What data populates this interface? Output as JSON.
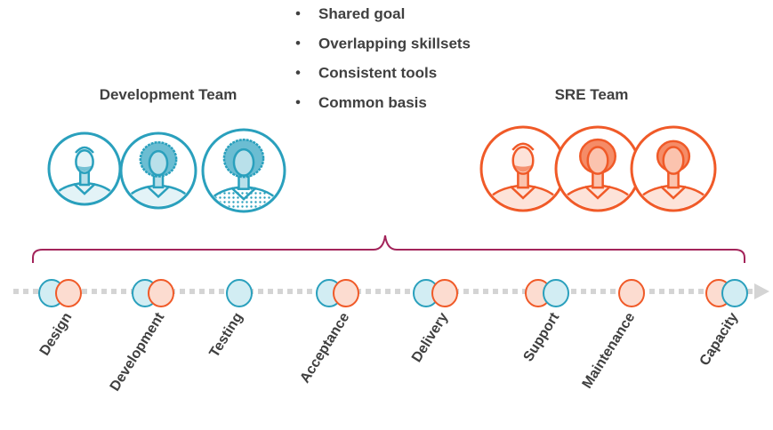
{
  "bullets": [
    "Shared goal",
    "Overlapping skillsets",
    "Consistent tools",
    "Common basis"
  ],
  "teams": {
    "dev": {
      "title": "Development Team",
      "color": "#2aa0bd"
    },
    "sre": {
      "title": "SRE Team",
      "color": "#f05a28"
    }
  },
  "stages": [
    {
      "label": "Design",
      "circles": [
        "dev",
        "sre"
      ]
    },
    {
      "label": "Development",
      "circles": [
        "dev",
        "sre"
      ]
    },
    {
      "label": "Testing",
      "circles": [
        "dev"
      ]
    },
    {
      "label": "Acceptance",
      "circles": [
        "dev",
        "sre"
      ]
    },
    {
      "label": "Delivery",
      "circles": [
        "dev",
        "sre"
      ]
    },
    {
      "label": "Support",
      "circles": [
        "sre",
        "dev"
      ]
    },
    {
      "label": "Maintenance",
      "circles": [
        "sre"
      ]
    },
    {
      "label": "Capacity",
      "circles": [
        "sre",
        "dev"
      ]
    }
  ]
}
